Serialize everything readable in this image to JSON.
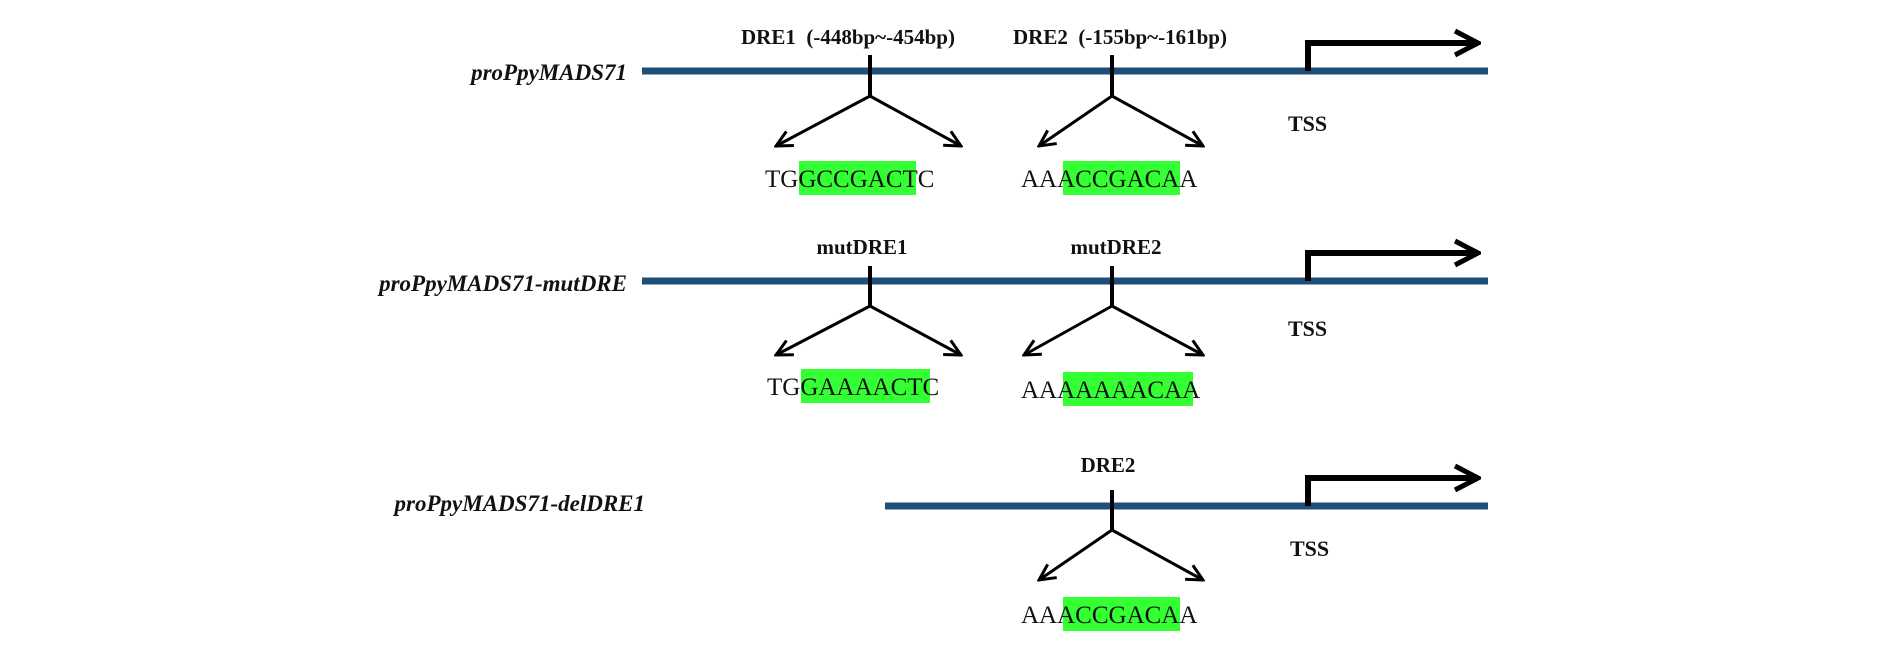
{
  "highlight_color": "#33ff33",
  "line_color": "#1f4e79",
  "constructs": [
    {
      "name": "proPpyMADS71",
      "tss": "TSS",
      "sites": [
        {
          "label": "DRE1  (-448bp~-454bp)",
          "seq_pre": "TG",
          "seq_core": "GCCGAC",
          "seq_post": "TC"
        },
        {
          "label": "DRE2  (-155bp~-161bp)",
          "seq_pre": "AA",
          "seq_core": "ACCGAC",
          "seq_post": "AA"
        }
      ]
    },
    {
      "name": "proPpyMADS71-mutDRE",
      "tss": "TSS",
      "sites": [
        {
          "label": "mutDRE1",
          "seq_pre": "TG",
          "seq_core": "GAAAAC",
          "seq_post": "TC"
        },
        {
          "label": "mutDRE2",
          "seq_pre": "AA",
          "seq_core": "AAAAAC",
          "seq_post": "AA"
        }
      ]
    },
    {
      "name": "proPpyMADS71-delDRE1",
      "tss": "TSS",
      "sites": [
        {
          "label": "DRE2",
          "seq_pre": "AA",
          "seq_core": "ACCGAC",
          "seq_post": "AA"
        }
      ]
    }
  ]
}
